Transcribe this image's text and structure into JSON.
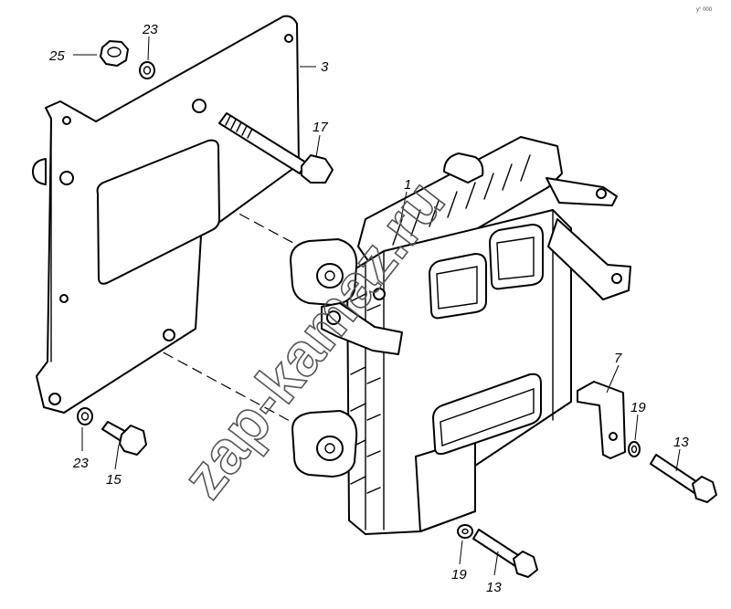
{
  "watermark": "zap-kamaz.ru",
  "image_code": "у° 000",
  "callouts": {
    "c25": "25",
    "c23_top": "23",
    "c3": "3",
    "c17": "17",
    "c1": "1",
    "c7": "7",
    "c19_right": "19",
    "c13_right": "13",
    "c23_bottom": "23",
    "c15": "15",
    "c19_bottom": "19",
    "c13_bottom": "13"
  }
}
